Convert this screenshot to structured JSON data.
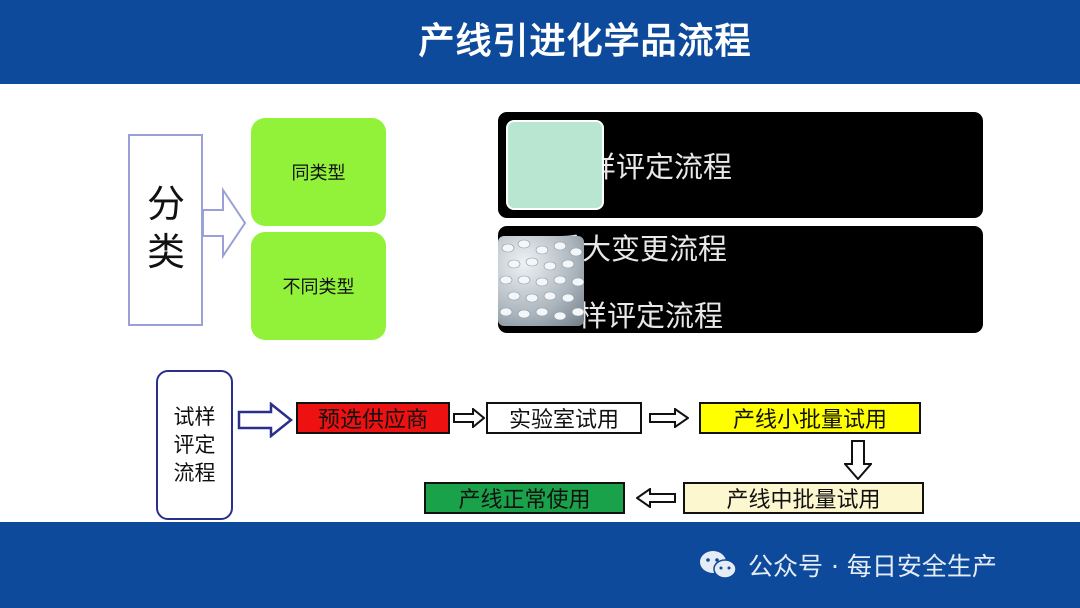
{
  "header": {
    "title": "产线引进化学品流程"
  },
  "classification": {
    "label_line1": "分",
    "label_line2": "类",
    "types": [
      "同类型",
      "不同类型"
    ]
  },
  "panels": {
    "panel1_text": "样评定流程",
    "panel2_line1": "重大变更流程",
    "panel2_line2": "样评定流程"
  },
  "trial_flow": {
    "label_lines": [
      "试样",
      "评定",
      "流程"
    ],
    "steps": [
      "预选供应商",
      "实验室试用",
      "产线小批量试用",
      "产线中批量试用",
      "产线正常使用"
    ]
  },
  "colors": {
    "header_bg": "#0d4a9c",
    "type_box": "#92f23a",
    "step_supplier": "#ee1111",
    "step_small_batch": "#ffff00",
    "step_mid_batch": "#fdf7d0",
    "step_normal_use": "#1aa24a"
  },
  "footer": {
    "watermark": "公众号 · 每日安全生产",
    "icon": "wechat-icon"
  }
}
